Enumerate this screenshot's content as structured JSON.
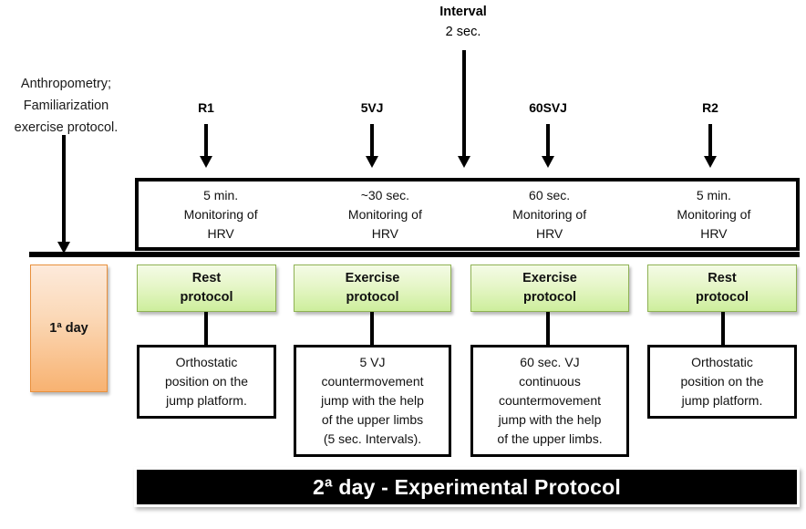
{
  "figure": {
    "title": "Experimental protocol timeline diagram",
    "colors": {
      "black": "#000000",
      "white": "#ffffff",
      "green_fill_light": "#f4fbe6",
      "green_fill_dark": "#cdee9c",
      "green_border": "#8fb254",
      "orange_fill_light": "#fdeadb",
      "orange_fill_dark": "#f8b271",
      "orange_border": "#e8903c"
    }
  },
  "intro": {
    "text": "Anthropometry;\nFamiliarization\nexercise protocol."
  },
  "interval": {
    "line1": "Interval",
    "line2": "2 sec."
  },
  "markers": [
    {
      "label": "R1"
    },
    {
      "label": "5VJ"
    },
    {
      "label": "60SVJ"
    },
    {
      "label": "R2"
    }
  ],
  "hrv_cells": [
    {
      "duration": "5 min.",
      "line2": "Monitoring of",
      "line3": "HRV"
    },
    {
      "duration": "~30 sec.",
      "line2": "Monitoring of",
      "line3": "HRV"
    },
    {
      "duration": "60 sec.",
      "line2": "Monitoring of",
      "line3": "HRV"
    },
    {
      "duration": "5 min.",
      "line2": "Monitoring of",
      "line3": "HRV"
    }
  ],
  "day_one": {
    "label": "1ª day"
  },
  "protocols": [
    {
      "title": "Rest\nprotocol",
      "description": "Orthostatic\nposition on the\njump platform."
    },
    {
      "title": "Exercise\nprotocol",
      "description": "5 VJ\ncountermovement\njump with the help\nof the upper limbs\n(5 sec. Intervals)."
    },
    {
      "title": "Exercise\nprotocol",
      "description": "60 sec. VJ\ncontinuous\ncountermovement\njump with the help\nof the upper limbs."
    },
    {
      "title": "Rest\nprotocol",
      "description": "Orthostatic\nposition on the\njump platform."
    }
  ],
  "footer": {
    "label": "2ª day - Experimental Protocol"
  }
}
